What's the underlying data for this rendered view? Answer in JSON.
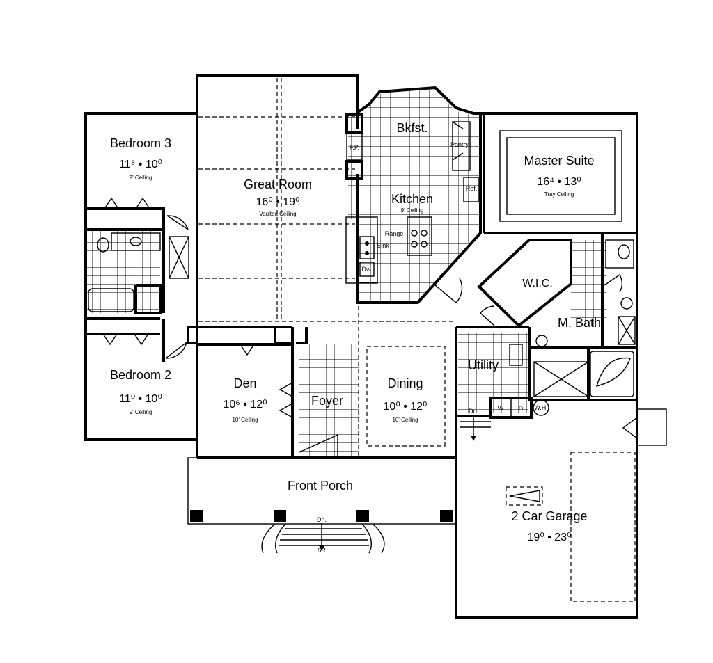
{
  "rooms": {
    "bedroom3": {
      "name": "Bedroom 3",
      "dims": "11⁸ • 10⁰",
      "ceiling": "9' Ceiling"
    },
    "great_room": {
      "name": "Great Room",
      "dims": "16⁰ • 19⁰",
      "ceiling": "Vaulted Ceiling"
    },
    "bkfst": {
      "name": "Bkfst."
    },
    "kitchen": {
      "name": "Kitchen",
      "ceiling": "9' Ceiling"
    },
    "master": {
      "name": "Master Suite",
      "dims": "16⁴ • 13⁰",
      "ceiling": "Tray Ceiling"
    },
    "wic": {
      "name": "W.I.C."
    },
    "mbath": {
      "name": "M. Bath"
    },
    "bedroom2": {
      "name": "Bedroom 2",
      "dims": "11⁰ • 10⁰",
      "ceiling": "9' Ceiling"
    },
    "den": {
      "name": "Den",
      "dims": "10⁶ • 12⁰",
      "ceiling": "10' Ceiling"
    },
    "foyer": {
      "name": "Foyer"
    },
    "dining": {
      "name": "Dining",
      "dims": "10⁰ • 12⁰",
      "ceiling": "10' Ceiling"
    },
    "utility": {
      "name": "Utility"
    },
    "porch": {
      "name": "Front Porch"
    },
    "garage": {
      "name": "2 Car Garage",
      "dims": "19⁰ • 23⁰"
    }
  },
  "fixtures": {
    "fireplace": "F.P.",
    "pantry": "Pantry",
    "ref": "Ref.",
    "range": "Range",
    "sink": "Sink",
    "dw": "Dw.",
    "wh": "W.H.",
    "porch_down": "Dn.",
    "utility_down": "Dn.",
    "porch_steps_count": "5R",
    "washer": "W",
    "dryer": "D"
  }
}
